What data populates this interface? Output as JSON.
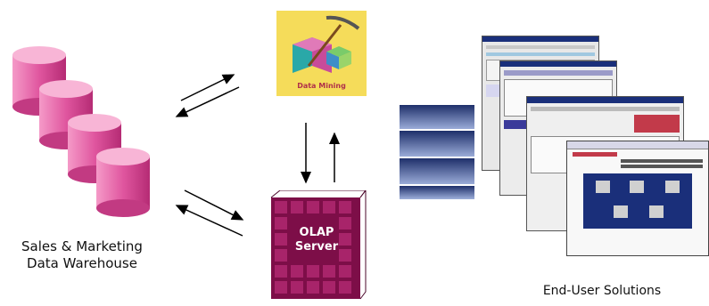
{
  "warehouse": {
    "label_line1": "Sales & Marketing",
    "label_line2": "Data Warehouse"
  },
  "data_mining": {
    "label": "Data Mining"
  },
  "olap": {
    "label_line1": "OLAP",
    "label_line2": "Server"
  },
  "end_user": {
    "label": "End-User Solutions"
  },
  "colors": {
    "cylinder_pink": "#e0569f",
    "olap_maroon": "#8b1050",
    "mining_bg": "#f5dc5a",
    "window_navy": "#1a2f7a"
  },
  "icons": [
    "database-cylinder-icon",
    "pickaxe-icon",
    "olap-cube-icon",
    "arrow-icon",
    "app-window-icon"
  ]
}
